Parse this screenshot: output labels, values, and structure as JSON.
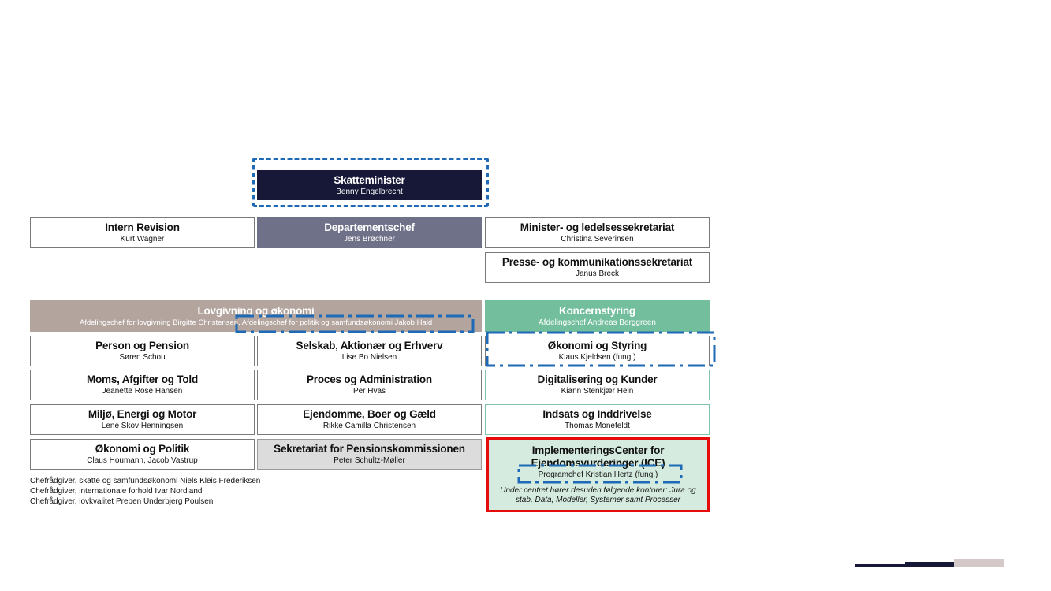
{
  "minister": {
    "title": "Skatteminister",
    "name": "Benny Engelbrecht"
  },
  "top_row": [
    {
      "title": "Intern Revision",
      "name": "Kurt Wagner"
    },
    {
      "title": "Departementschef",
      "name": "Jens Brøchner"
    },
    {
      "title": "Minister- og ledelsessekretariat",
      "name": "Christina Severinsen"
    }
  ],
  "press": {
    "title": "Presse- og kommunikationssekretariat",
    "name": "Janus Breck"
  },
  "lovgivning": {
    "title": "Lovgivning og økonomi",
    "subtitle": "Afdelingschef for lovgivning Birgitte Christensen, Afdelingschef for politik og samfundsøkonomi Jakob Hald"
  },
  "koncern": {
    "title": "Koncernstyring",
    "subtitle": "Afdelingschef Andreas Berggreen"
  },
  "col1": [
    {
      "title": "Person og Pension",
      "name": "Søren Schou"
    },
    {
      "title": "Moms, Afgifter og Told",
      "name": "Jeanette Rose Hansen"
    },
    {
      "title": "Miljø, Energi og Motor",
      "name": "Lene Skov Henningsen"
    },
    {
      "title": "Økonomi og Politik",
      "name": "Claus Houmann, Jacob Vastrup"
    }
  ],
  "col2": [
    {
      "title": "Selskab, Aktionær og Erhverv",
      "name": "Lise Bo Nielsen"
    },
    {
      "title": "Proces og Administration",
      "name": "Per Hvas"
    },
    {
      "title": "Ejendomme, Boer og Gæld",
      "name": "Rikke Camilla Christensen"
    },
    {
      "title": "Sekretariat for Pensionskommissionen",
      "name": "Peter Schultz-Møller"
    }
  ],
  "col3": [
    {
      "title": "Økonomi og Styring",
      "name": "Klaus Kjeldsen (fung.)"
    },
    {
      "title": "Digitalisering og Kunder",
      "name": "Kiann Stenkjær Hein"
    },
    {
      "title": "Indsats og Inddrivelse",
      "name": "Thomas Monefeldt"
    }
  ],
  "ice": {
    "title": "ImplementeringsCenter for Ejendomsvurderinger (ICE)",
    "name": "Programchef Kristian Hertz (fung.)",
    "note": "Under centret hører desuden følgende kontorer: Jura og stab, Data, Modeller, Systemer samt Processer"
  },
  "notes": [
    "Chefrådgiver, skatte og samfundsøkonomi Niels Kleis Frederiksen",
    "Chefrådgiver, internationale forhold Ivar Nordland",
    "Chefrådgiver, lovkvalitet Preben Underbjerg Poulsen"
  ],
  "colors": {
    "navy": "#171838",
    "slate": "#6f7189",
    "taupe": "#b3a49e",
    "teal": "#73bf9d",
    "highlight_red": "#e60c0c",
    "dash_blue": "#1f6ab6"
  }
}
